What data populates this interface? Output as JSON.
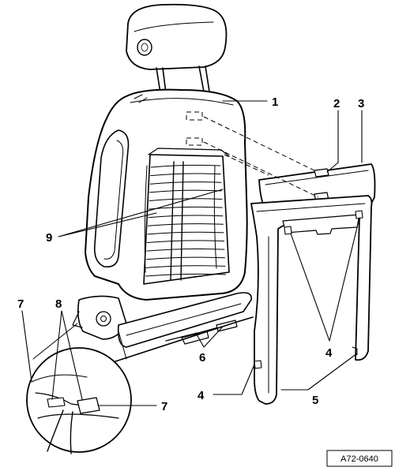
{
  "callouts": {
    "c1": "1",
    "c2": "2",
    "c3": "3",
    "c4a": "4",
    "c4b": "4",
    "c5": "5",
    "c6": "6",
    "c7a": "7",
    "c7b": "7",
    "c8": "8",
    "c9": "9"
  },
  "reference_code": "A72-0640"
}
